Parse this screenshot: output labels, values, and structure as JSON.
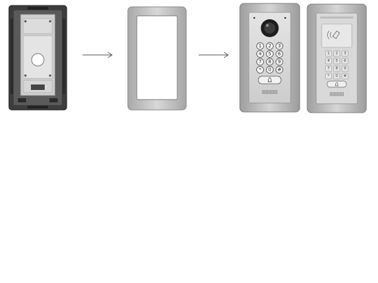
{
  "keypad_main": [
    "1",
    "2",
    "3",
    "4",
    "5",
    "6",
    "7",
    "8",
    "9",
    "*",
    "0",
    "#"
  ],
  "keypad_rfid": [
    "1",
    "2",
    "3",
    "4",
    "5",
    "6",
    "7",
    "8",
    "9",
    "*",
    "0",
    "#"
  ],
  "colors": {
    "box_dark": "#3a3a3a",
    "plate_metal": "#c9c9c9",
    "frame_silver": "#c4c4c4",
    "panel_silver": "#b9b9b9",
    "arrow": "#555555"
  }
}
